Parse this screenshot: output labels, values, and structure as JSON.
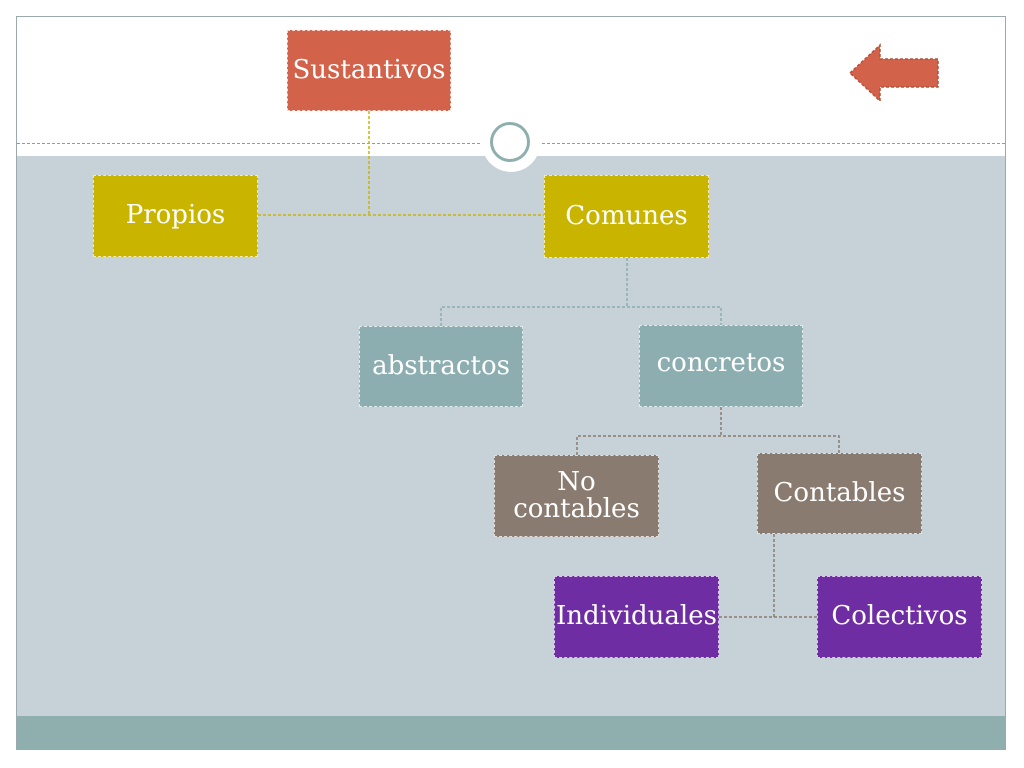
{
  "nodes": {
    "sustantivos": "Sustantivos",
    "propios": "Propios",
    "comunes": "Comunes",
    "abstractos": "abstractos",
    "concretos": "concretos",
    "no_contables": "No contables",
    "contables": "Contables",
    "individuales": "Individuales",
    "colectivos": "Colectivos"
  },
  "colors": {
    "level1": "#d2624a",
    "level2": "#c9b400",
    "level3": "#8caeb0",
    "level4": "#8a7b70",
    "level5": "#6f2da3"
  },
  "icons": {
    "back": "left-arrow-icon",
    "decoration": "circle-icon"
  }
}
